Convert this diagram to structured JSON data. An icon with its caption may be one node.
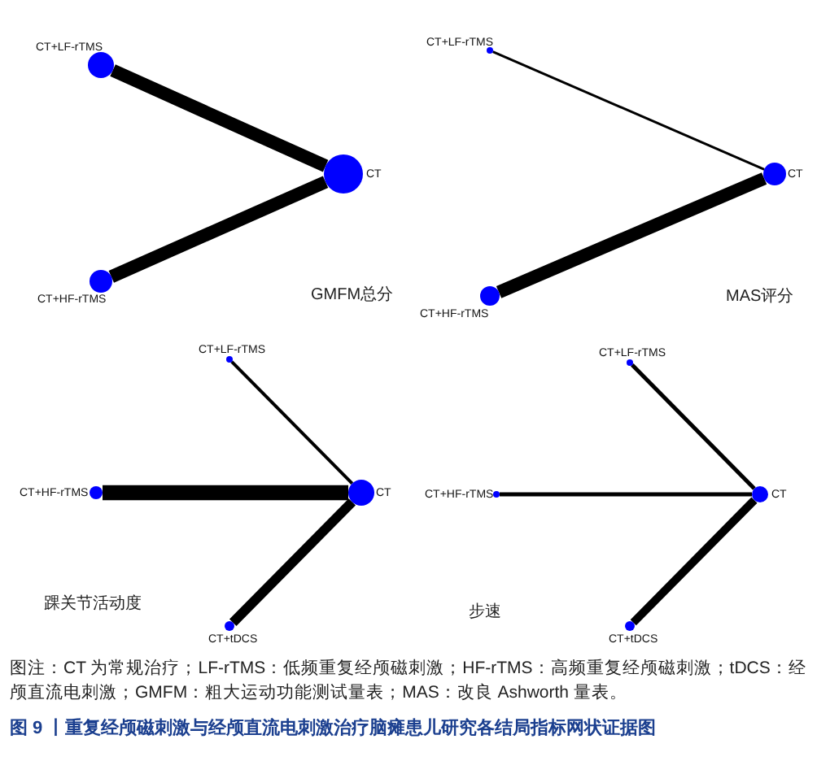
{
  "diagram": {
    "caption": "图 9 丨重复经颅磁刺激与经颅直流电刺激治疗脑瘫患儿研究各结局指标网状证据图",
    "nodes": [
      {
        "text": [],
        "shape": "circle",
        "beside": [
          "CT+LF-rTMS"
        ]
      },
      {
        "text": [],
        "shape": "circle",
        "beside": [
          "CT"
        ]
      },
      {
        "text": [],
        "shape": "circle",
        "beside": [
          "CT+HF-rTMS"
        ]
      },
      {
        "text": [],
        "shape": "circle",
        "beside": [
          "CT+LF-rTMS"
        ]
      },
      {
        "text": [],
        "shape": "circle",
        "beside": [
          "CT"
        ]
      },
      {
        "text": [],
        "shape": "circle",
        "beside": [
          "CT+HF-rTMS"
        ]
      },
      {
        "text": [],
        "shape": "circle",
        "beside": [
          "CT+LF-rTMS"
        ]
      },
      {
        "text": [],
        "shape": "circle",
        "beside": [
          "CT+HF-rTMS"
        ]
      },
      {
        "text": [],
        "shape": "circle",
        "beside": [
          "CT"
        ]
      },
      {
        "text": [],
        "shape": "circle",
        "beside": [
          "CT+tDCS"
        ]
      },
      {
        "text": [],
        "shape": "circle",
        "beside": [
          "CT+LF-rTMS"
        ]
      },
      {
        "text": [],
        "shape": "circle",
        "beside": [
          "CT+HF-rTMS"
        ]
      },
      {
        "text": [],
        "shape": "circle",
        "beside": [
          "CT"
        ]
      },
      {
        "text": [],
        "shape": "circle",
        "beside": [
          "CT+tDCS"
        ]
      }
    ],
    "edges": [
      {
        "from": 0,
        "to": 1,
        "arrow": "none"
      },
      {
        "from": 2,
        "to": 1,
        "arrow": "none"
      },
      {
        "from": 3,
        "to": 4,
        "arrow": "none"
      },
      {
        "from": 5,
        "to": 4,
        "arrow": "none"
      },
      {
        "from": 6,
        "to": 8,
        "arrow": "none"
      },
      {
        "from": 7,
        "to": 8,
        "arrow": "none",
        "style": "thick"
      },
      {
        "from": 9,
        "to": 8,
        "arrow": "none"
      },
      {
        "from": 10,
        "to": 12,
        "arrow": "none"
      },
      {
        "from": 11,
        "to": 12,
        "arrow": "none"
      },
      {
        "from": 13,
        "to": 12,
        "arrow": "none"
      }
    ],
    "labels": [
      "GMFM总分",
      "MAS评分",
      "踝关节活动度",
      "步速",
      "图注：CT 为常规治疗；LF-rTMS：低频重复经颅磁刺激；HF-rTMS：高频重复经颅磁刺激；tDCS：经颅直流电刺激；GMFM：粗大运动功能测试量表；MAS：改良 Ashworth 量表。"
    ]
  }
}
